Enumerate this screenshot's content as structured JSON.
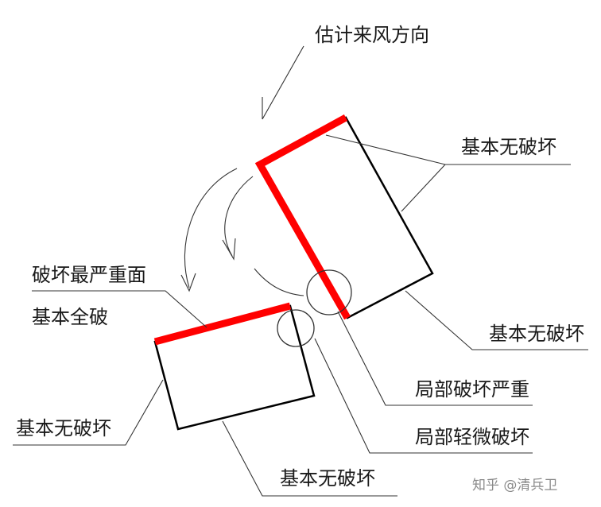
{
  "labels": {
    "wind_direction": "估计来风方向",
    "no_damage_top": "基本无破坏",
    "worst_face": "破坏最严重面",
    "fully_destroyed": "基本全破",
    "no_damage_right": "基本无破坏",
    "local_severe": "局部破坏严重",
    "no_damage_left": "基本无破坏",
    "local_slight": "局部轻微破坏",
    "no_damage_bottom": "基本无破坏"
  },
  "watermark": "知乎 @清兵卫",
  "colors": {
    "damage": "#ff0000",
    "wall": "#000000",
    "line": "#333333"
  }
}
